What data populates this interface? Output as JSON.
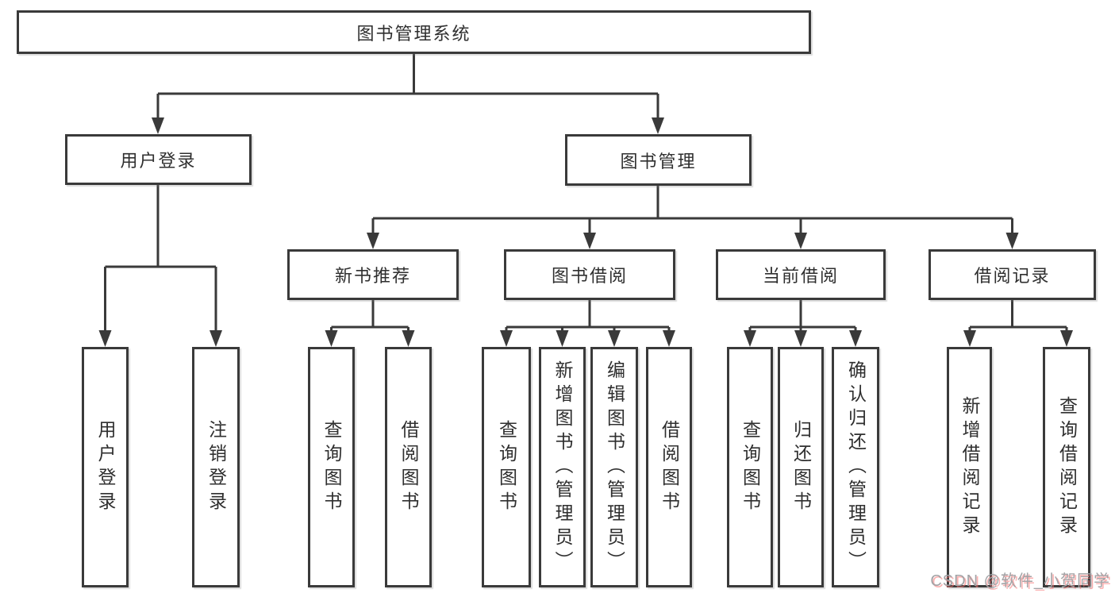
{
  "tree": {
    "root": {
      "label": "图书管理系统"
    },
    "level2": [
      {
        "label": "用户登录"
      },
      {
        "label": "图书管理"
      }
    ],
    "level3": [
      {
        "label": "新书推荐"
      },
      {
        "label": "图书借阅"
      },
      {
        "label": "当前借阅"
      },
      {
        "label": "借阅记录"
      }
    ],
    "leaves": {
      "user_login": [
        {
          "label": "用户登录"
        },
        {
          "label": "注销登录"
        }
      ],
      "new_book": [
        {
          "label": "查询图书"
        },
        {
          "label": "借阅图书"
        }
      ],
      "book_borrow": [
        {
          "label": "查询图书"
        },
        {
          "label": "新增图书（管理员）"
        },
        {
          "label": "编辑图书（管理员）"
        },
        {
          "label": "借阅图书"
        }
      ],
      "current_borrow": [
        {
          "label": "查询图书"
        },
        {
          "label": "归还图书"
        },
        {
          "label": "确认归还（管理员）"
        }
      ],
      "borrow_record": [
        {
          "label": "新增借阅记录"
        },
        {
          "label": "查询借阅记录"
        }
      ]
    }
  },
  "watermark": {
    "text": "CSDN @软件_小贺同学"
  },
  "colors": {
    "line": "#3a3a3a",
    "text": "#2f2f2f",
    "box_background": "#ffffff",
    "watermark_gray": "#a3a3a6",
    "watermark_red_shadow": "#f87171",
    "background": "#ffffff"
  }
}
